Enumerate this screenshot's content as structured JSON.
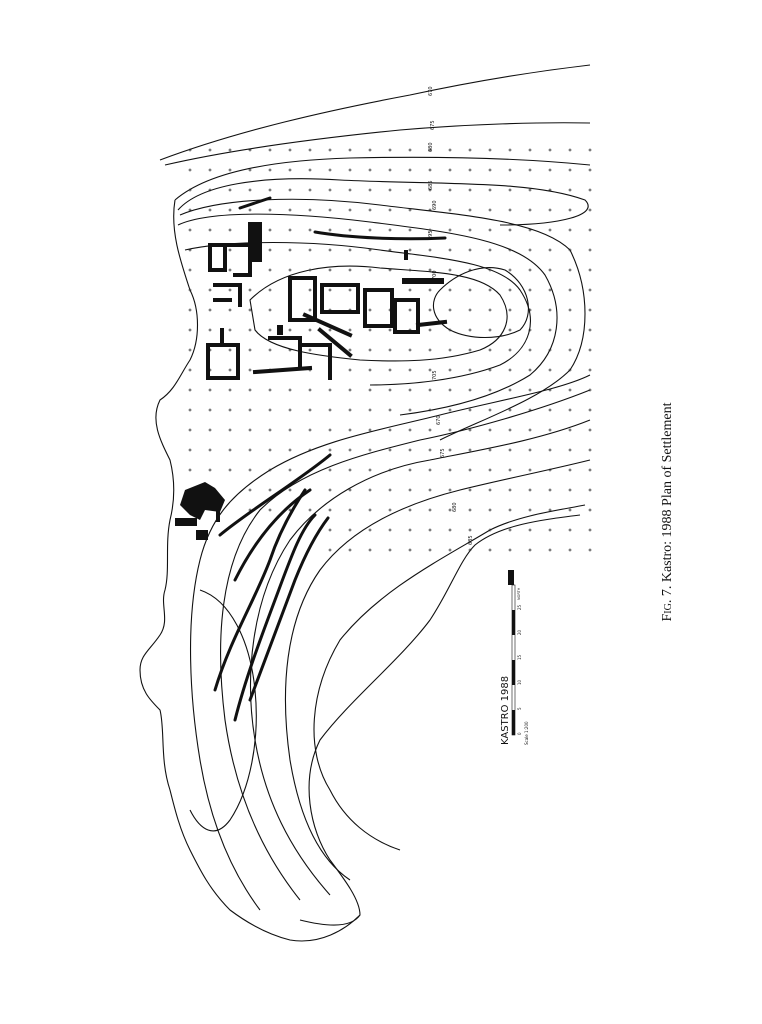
{
  "caption": {
    "fig_prefix": "Fig.",
    "text": " 7. Kastro: 1988 Plan of Settlement"
  },
  "legend": {
    "title": "KASTRO 1988",
    "scale_text": "Scale 1:200",
    "ticks": [
      "0",
      "5",
      "10",
      "15",
      "20",
      "25"
    ],
    "north": "NORTH"
  },
  "contour_labels": [
    "670",
    "675",
    "680",
    "685",
    "690",
    "695",
    "700",
    "705"
  ],
  "colors": {
    "ink": "#111111",
    "paper": "#ffffff"
  }
}
